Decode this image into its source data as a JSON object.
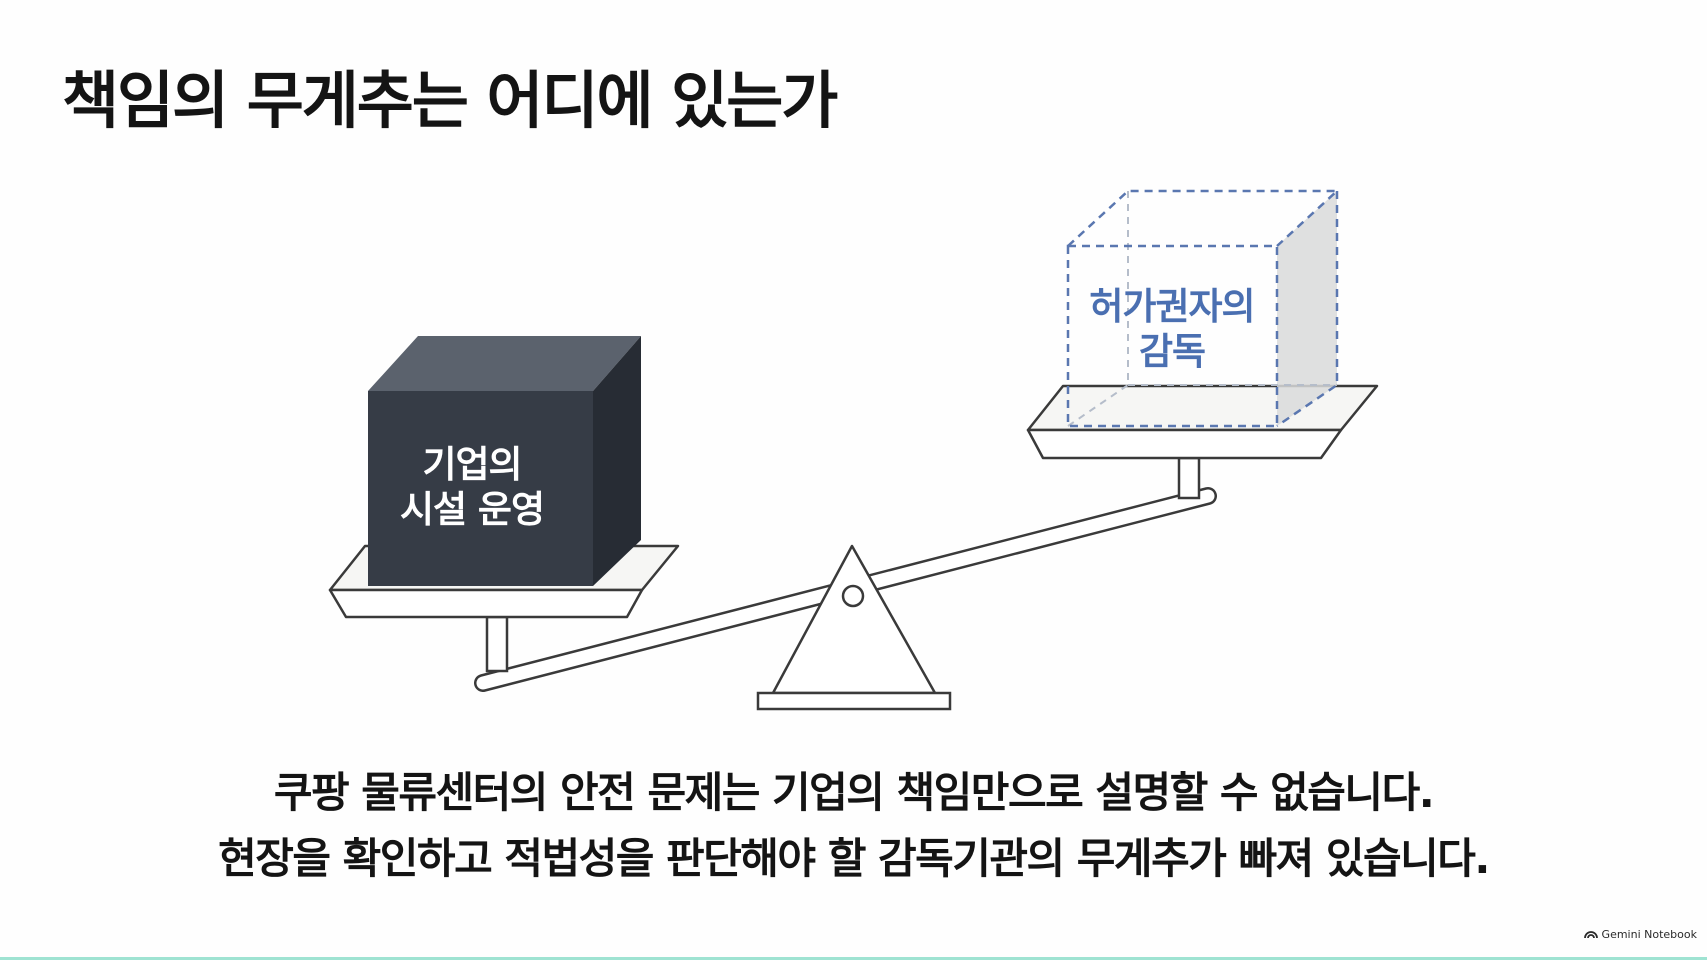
{
  "slide": {
    "title": "책임의 무게추는 어디에 있는가"
  },
  "scale": {
    "left_weight": {
      "line1": "기업의",
      "line2": "시설 운영",
      "style": "solid-dark",
      "color": "#353b45"
    },
    "right_weight": {
      "line1": "허가권자의",
      "line2": "감독",
      "style": "dashed-transparent",
      "color": "#4a6fb1"
    },
    "tilt": "left-heavy"
  },
  "caption": {
    "line1": "쿠팡 물류센터의 안전 문제는 기업의 책임만으로 설명할 수 없습니다.",
    "line2": "현장을 확인하고 적법성을 판단해야 할 감독기관의 무게추가 빠져 있습니다."
  },
  "branding": {
    "icon": "gemini-notebook-icon",
    "label": "Gemini Notebook"
  },
  "colors": {
    "accent_line": "#9fe3d2",
    "text": "#141414"
  }
}
